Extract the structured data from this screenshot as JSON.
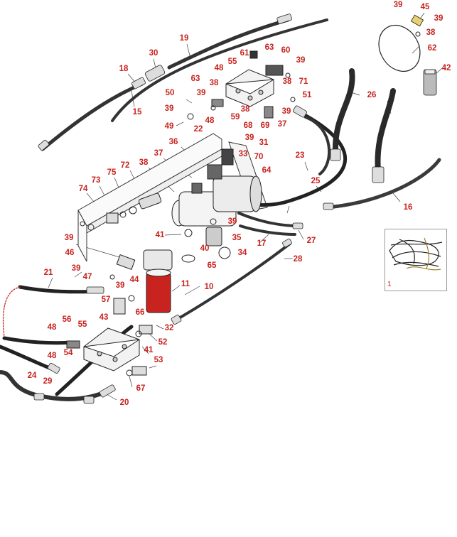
{
  "colors": {
    "callout": "#c8231e",
    "hose": "#3a3a3a",
    "filter": "#c8231e",
    "line": "#333333"
  },
  "inset": {
    "label": "1"
  },
  "callouts": [
    {
      "id": "c39a",
      "text": "39"
    },
    {
      "id": "c45",
      "text": "45"
    },
    {
      "id": "c39b",
      "text": "39"
    },
    {
      "id": "c38a",
      "text": "38"
    },
    {
      "id": "c62",
      "text": "62"
    },
    {
      "id": "c42",
      "text": "42"
    },
    {
      "id": "c19",
      "text": "19"
    },
    {
      "id": "c30",
      "text": "30"
    },
    {
      "id": "c18",
      "text": "18"
    },
    {
      "id": "c61",
      "text": "61"
    },
    {
      "id": "c63a",
      "text": "63"
    },
    {
      "id": "c60",
      "text": "60"
    },
    {
      "id": "c55a",
      "text": "55"
    },
    {
      "id": "c39c",
      "text": "39"
    },
    {
      "id": "c48a",
      "text": "48"
    },
    {
      "id": "c63b",
      "text": "63"
    },
    {
      "id": "c38b",
      "text": "38"
    },
    {
      "id": "c71",
      "text": "71"
    },
    {
      "id": "c50",
      "text": "50"
    },
    {
      "id": "c39d",
      "text": "39"
    },
    {
      "id": "c38c",
      "text": "38"
    },
    {
      "id": "c51",
      "text": "51"
    },
    {
      "id": "c26",
      "text": "26"
    },
    {
      "id": "c15",
      "text": "15"
    },
    {
      "id": "c39e",
      "text": "39"
    },
    {
      "id": "c38d",
      "text": "38"
    },
    {
      "id": "c59",
      "text": "59"
    },
    {
      "id": "c39f",
      "text": "39"
    },
    {
      "id": "c48b",
      "text": "48"
    },
    {
      "id": "c68",
      "text": "68"
    },
    {
      "id": "c69",
      "text": "69"
    },
    {
      "id": "c37a",
      "text": "37"
    },
    {
      "id": "c49",
      "text": "49"
    },
    {
      "id": "c22",
      "text": "22"
    },
    {
      "id": "c39g",
      "text": "39"
    },
    {
      "id": "c36",
      "text": "36"
    },
    {
      "id": "c31",
      "text": "31"
    },
    {
      "id": "c33",
      "text": "33"
    },
    {
      "id": "c70",
      "text": "70"
    },
    {
      "id": "c37b",
      "text": "37"
    },
    {
      "id": "c23",
      "text": "23"
    },
    {
      "id": "c72",
      "text": "72"
    },
    {
      "id": "c38e",
      "text": "38"
    },
    {
      "id": "c64",
      "text": "64"
    },
    {
      "id": "c75",
      "text": "75"
    },
    {
      "id": "c73",
      "text": "73"
    },
    {
      "id": "c25",
      "text": "25"
    },
    {
      "id": "c74",
      "text": "74"
    },
    {
      "id": "c16",
      "text": "16"
    },
    {
      "id": "c39h",
      "text": "39"
    },
    {
      "id": "c41a",
      "text": "41"
    },
    {
      "id": "c35",
      "text": "35"
    },
    {
      "id": "c27",
      "text": "27"
    },
    {
      "id": "c39i",
      "text": "39"
    },
    {
      "id": "c46",
      "text": "46"
    },
    {
      "id": "c40",
      "text": "40"
    },
    {
      "id": "c34",
      "text": "34"
    },
    {
      "id": "c17",
      "text": "17"
    },
    {
      "id": "c28",
      "text": "28"
    },
    {
      "id": "c65",
      "text": "65"
    },
    {
      "id": "c21",
      "text": "21"
    },
    {
      "id": "c39j",
      "text": "39"
    },
    {
      "id": "c47",
      "text": "47"
    },
    {
      "id": "c44",
      "text": "44"
    },
    {
      "id": "c39k",
      "text": "39"
    },
    {
      "id": "c11",
      "text": "11"
    },
    {
      "id": "c10",
      "text": "10"
    },
    {
      "id": "c57",
      "text": "57"
    },
    {
      "id": "c66",
      "text": "66"
    },
    {
      "id": "c43",
      "text": "43"
    },
    {
      "id": "c56",
      "text": "56"
    },
    {
      "id": "c55b",
      "text": "55"
    },
    {
      "id": "c48c",
      "text": "48"
    },
    {
      "id": "c32",
      "text": "32"
    },
    {
      "id": "c52",
      "text": "52"
    },
    {
      "id": "c54",
      "text": "54"
    },
    {
      "id": "c48d",
      "text": "48"
    },
    {
      "id": "c41b",
      "text": "41"
    },
    {
      "id": "c53",
      "text": "53"
    },
    {
      "id": "c24",
      "text": "24"
    },
    {
      "id": "c29",
      "text": "29"
    },
    {
      "id": "c67",
      "text": "67"
    },
    {
      "id": "c20",
      "text": "20"
    }
  ]
}
